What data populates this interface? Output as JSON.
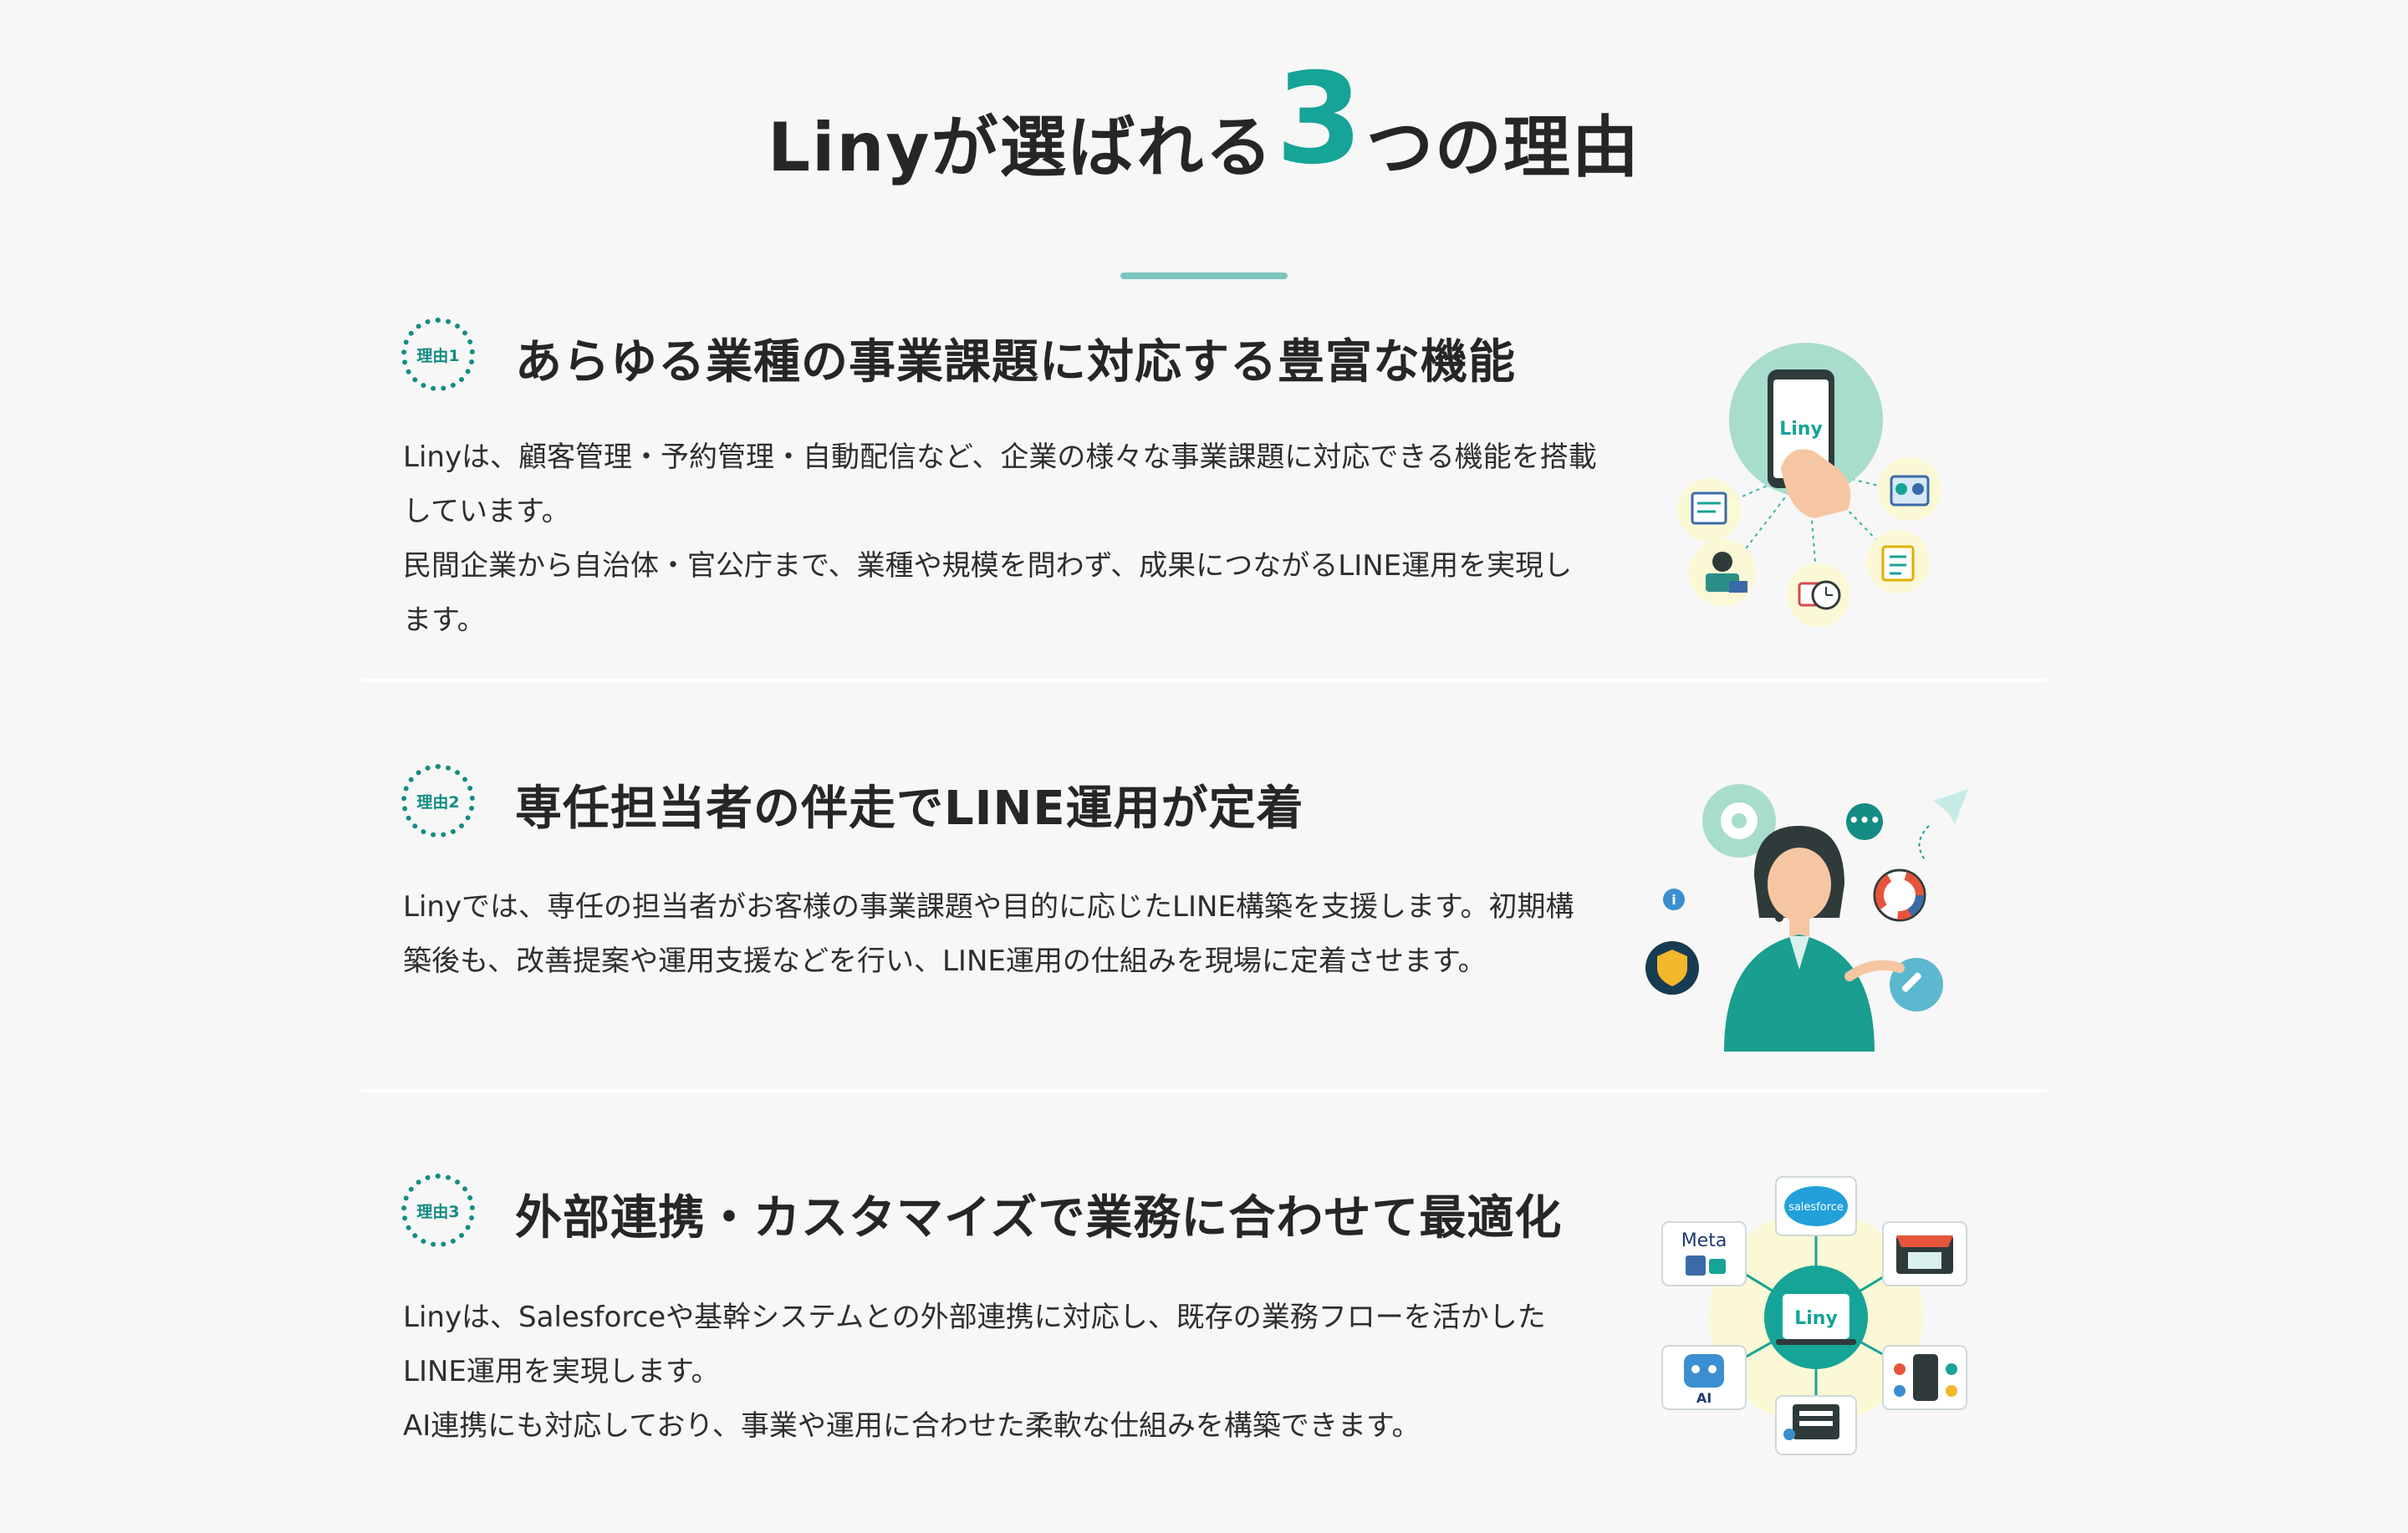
{
  "header": {
    "title_pre": "Linyが選ばれる",
    "title_num": "3",
    "title_post": "つの理由"
  },
  "reasons": [
    {
      "badge": "理由1",
      "title": "あらゆる業種の事業課題に対応する豊富な機能",
      "paragraphs": [
        "Linyは、顧客管理・予約管理・自動配信など、企業の様々な事業課題に対応できる機能を搭載しています。",
        "民間企業から自治体・官公庁まで、業種や規模を問わず、成果につながるLINE運用を実現します。"
      ],
      "illustration": {
        "phone_label": "Liny"
      }
    },
    {
      "badge": "理由2",
      "title": "専任担当者の伴走でLINE運用が定着",
      "paragraphs": [
        "Linyでは、専任の担当者がお客様の事業課題や目的に応じたLINE構築を支援します。初期構築後も、改善提案や運用支援などを行い、LINE運用の仕組みを現場に定着させます。"
      ],
      "illustration": {
        "info_icon_label": "i"
      }
    },
    {
      "badge": "理由3",
      "title": "外部連携・カスタマイズで業務に合わせて最適化",
      "paragraphs": [
        "Linyは、Salesforceや基幹システムとの外部連携に対応し、既存の業務フローを活かしたLINE運用を実現します。",
        "AI連携にも対応しており、事業や運用に合わせた柔軟な仕組みを構築できます。"
      ],
      "illustration": {
        "center_label": "Liny",
        "salesforce_label": "salesforce",
        "meta_label": "Meta",
        "ai_label": "AI"
      }
    }
  ],
  "colors": {
    "teal": "#15a497",
    "teal_dark": "#148c83",
    "mint": "#a8dccc",
    "yellow_bg": "#fbf8d5",
    "background": "#f7f7f7"
  }
}
